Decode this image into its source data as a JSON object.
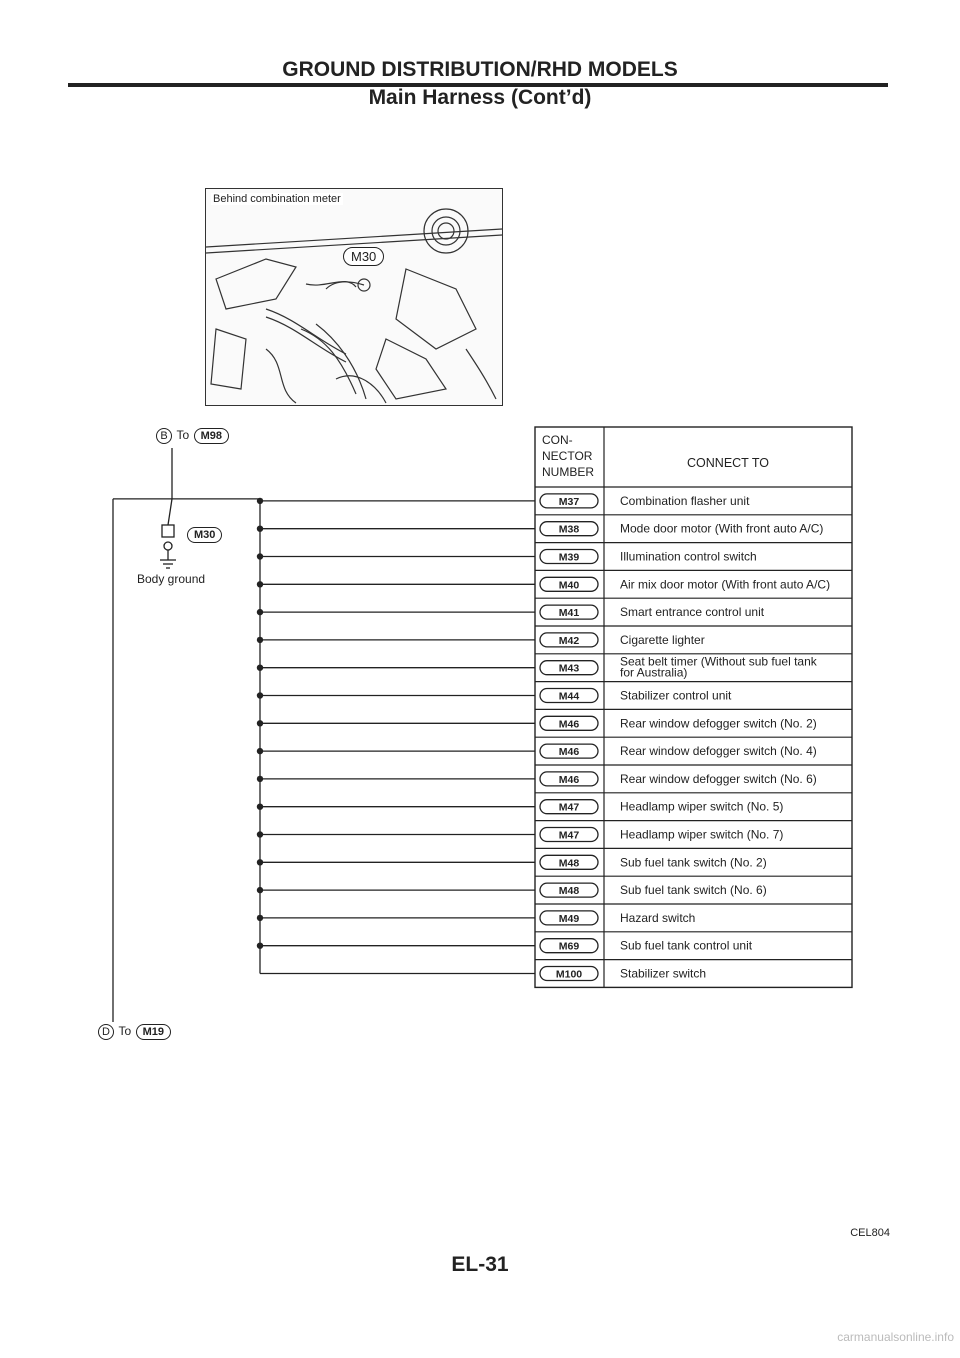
{
  "header": {
    "title": "GROUND DISTRIBUTION/RHD MODELS",
    "subtitle": "Main Harness (Cont’d)"
  },
  "photo": {
    "caption": "Behind combination meter",
    "connector": "M30"
  },
  "diagram": {
    "to_b": {
      "letter": "B",
      "to": "To",
      "connector": "M98"
    },
    "to_d": {
      "letter": "D",
      "to": "To",
      "connector": "M19"
    },
    "ground": {
      "connector": "M30",
      "label": "Body ground"
    }
  },
  "table": {
    "header_left": [
      "CON-",
      "NECTOR",
      "NUMBER"
    ],
    "header_right": "CONNECT TO",
    "rows": [
      {
        "num": "M37",
        "desc": [
          "Combination flasher unit"
        ]
      },
      {
        "num": "M38",
        "desc": [
          "Mode door motor (With front auto A/C)"
        ]
      },
      {
        "num": "M39",
        "desc": [
          "Illumination control switch"
        ]
      },
      {
        "num": "M40",
        "desc": [
          "Air mix door motor (With front auto A/C)"
        ]
      },
      {
        "num": "M41",
        "desc": [
          "Smart entrance control unit"
        ]
      },
      {
        "num": "M42",
        "desc": [
          "Cigarette lighter"
        ]
      },
      {
        "num": "M43",
        "desc": [
          "Seat belt timer (Without sub fuel tank",
          "for Australia)"
        ]
      },
      {
        "num": "M44",
        "desc": [
          "Stabilizer control unit"
        ]
      },
      {
        "num": "M46",
        "desc": [
          "Rear window defogger switch (No. 2)"
        ]
      },
      {
        "num": "M46",
        "desc": [
          "Rear window defogger switch (No. 4)"
        ]
      },
      {
        "num": "M46",
        "desc": [
          "Rear window defogger switch (No. 6)"
        ]
      },
      {
        "num": "M47",
        "desc": [
          "Headlamp wiper switch (No. 5)"
        ]
      },
      {
        "num": "M47",
        "desc": [
          "Headlamp wiper switch (No. 7)"
        ]
      },
      {
        "num": "M48",
        "desc": [
          "Sub fuel tank switch (No. 2)"
        ]
      },
      {
        "num": "M48",
        "desc": [
          "Sub fuel tank switch (No. 6)"
        ]
      },
      {
        "num": "M49",
        "desc": [
          "Hazard switch"
        ]
      },
      {
        "num": "M69",
        "desc": [
          "Sub fuel tank control unit"
        ]
      },
      {
        "num": "M100",
        "desc": [
          "Stabilizer switch"
        ]
      }
    ]
  },
  "footer": {
    "ref": "CEL804",
    "page": "EL-31",
    "watermark": "carmanualsonline.info"
  }
}
